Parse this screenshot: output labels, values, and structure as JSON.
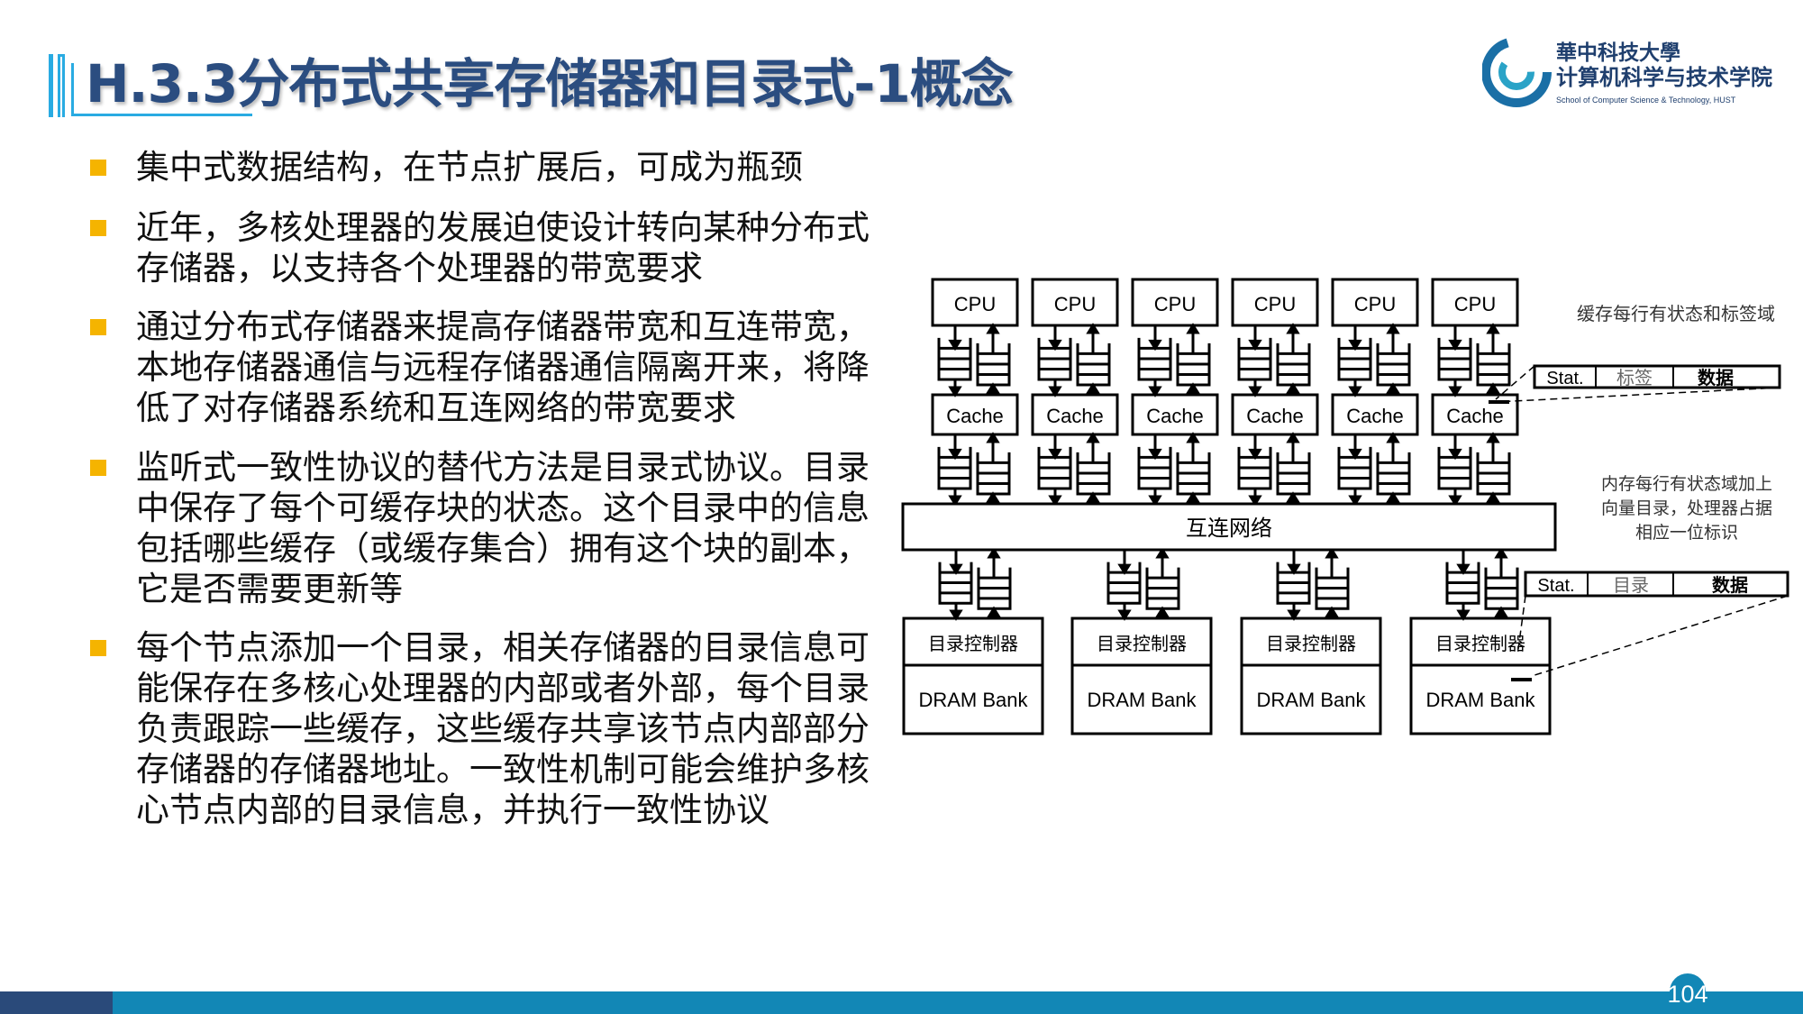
{
  "title": "H.3.3分布式共享存储器和目录式-1概念",
  "logo": {
    "name_cn": "華中科技大學",
    "school_cn": "计算机科学与技术学院",
    "school_en": "School of Computer Science & Technology, HUST"
  },
  "bullets": [
    {
      "text": "集中式数据结构，在节点扩展后，可成为瓶颈"
    },
    {
      "text": "近年，多核处理器的发展迫使设计转向某种分布式存储器，以支持各个处理器的带宽要求"
    },
    {
      "text": "通过分布式存储器来提高存储器带宽和互连带宽，本地存储器通信与远程存储器通信隔离开来，将降低了对存储器系统和互连网络的带宽要求"
    },
    {
      "text": "监听式一致性协议的替代方法是目录式协议。目录中保存了每个可缓存块的状态。这个目录中的信息包括哪些缓存（或缓存集合）拥有这个块的副本，它是否需要更新等"
    },
    {
      "text": "每个节点添加一个目录，相关存储器的目录信息可能保存在多核心处理器的内部或者外部，每个目录负责跟踪一些缓存，这些缓存共享该节点内部部分存储器的存储器地址。一致性机制可能会维护多核心节点内部的目录信息，并执行一致性协议"
    }
  ],
  "diagram": {
    "cpu_label": "CPU",
    "cache_label": "Cache",
    "cpu_count": 6,
    "interconnect": "互连网络",
    "dir_controller": "目录控制器",
    "dram": "DRAM Bank",
    "node_count": 4,
    "cache_note": "缓存每行有状态和标签域",
    "cache_line": [
      "Stat.",
      "标签",
      "数据"
    ],
    "mem_note": [
      "内存每行有状态域加上",
      "向量目录，处理器占据",
      "相应一位标识"
    ],
    "mem_line": [
      "Stat.",
      "目录",
      "数据"
    ]
  },
  "footer": {
    "page": "104"
  },
  "colors": {
    "title": "#2b4d80",
    "accent": "#29abe2",
    "bullet": "#f5b400",
    "footer": "#1287b6",
    "footer_dark": "#2a4a7a"
  }
}
